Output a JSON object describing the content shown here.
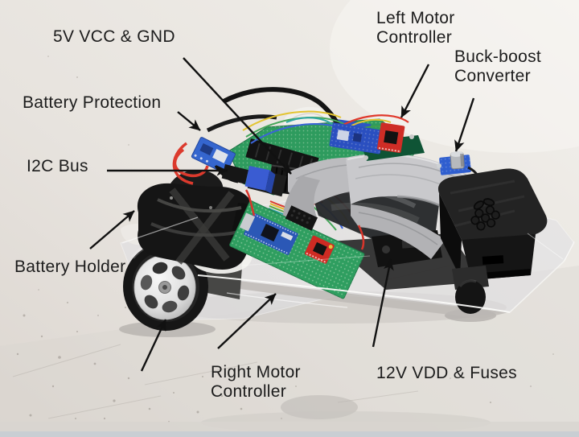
{
  "figure": {
    "kind": "annotated-photograph",
    "subject": "two-wheeled robot on a clear acrylic chassis, viewed on a lab floor",
    "components_depicted": [
      "left wheel with white hub",
      "velcro battery holder",
      "battery protection board",
      "i2c bus connector",
      "upper green perfboard",
      "gray ribbon cables",
      "left motor controller (blue board with red driver)",
      "buck-boost converter with capacitor",
      "raspberry pi black case with raspberry logo",
      "caster wheel",
      "right motor controller perfboard with arduino nano and red driver",
      "12v vdd and fuse block under chassis"
    ]
  },
  "annotations": [
    {
      "id": "vcc-gnd",
      "text": "5V VCC & GND"
    },
    {
      "id": "left-motor-controller",
      "text": "Left Motor Controller"
    },
    {
      "id": "buck-boost-converter",
      "text": "Buck-boost Converter"
    },
    {
      "id": "battery-protection",
      "text": "Battery Protection"
    },
    {
      "id": "i2c-bus",
      "text": "I2C Bus"
    },
    {
      "id": "battery-holder",
      "text": "Battery Holder"
    },
    {
      "id": "right-motor-controller",
      "text": "Right Motor Controller"
    },
    {
      "id": "vdd-fuses",
      "text": "12V VDD & Fuses"
    }
  ],
  "colors": {
    "floor": "#e8e4df",
    "label_text": "#1c1c1c",
    "arrow": "#111111",
    "pcb_green": "#2e9b5e",
    "arduino_blue": "#2b58b6",
    "driver_red": "#ce2d26",
    "ribbon_gray": "#c6c6c9",
    "case_black": "#1f1f1f",
    "acrylic": "#dfdfe3"
  }
}
